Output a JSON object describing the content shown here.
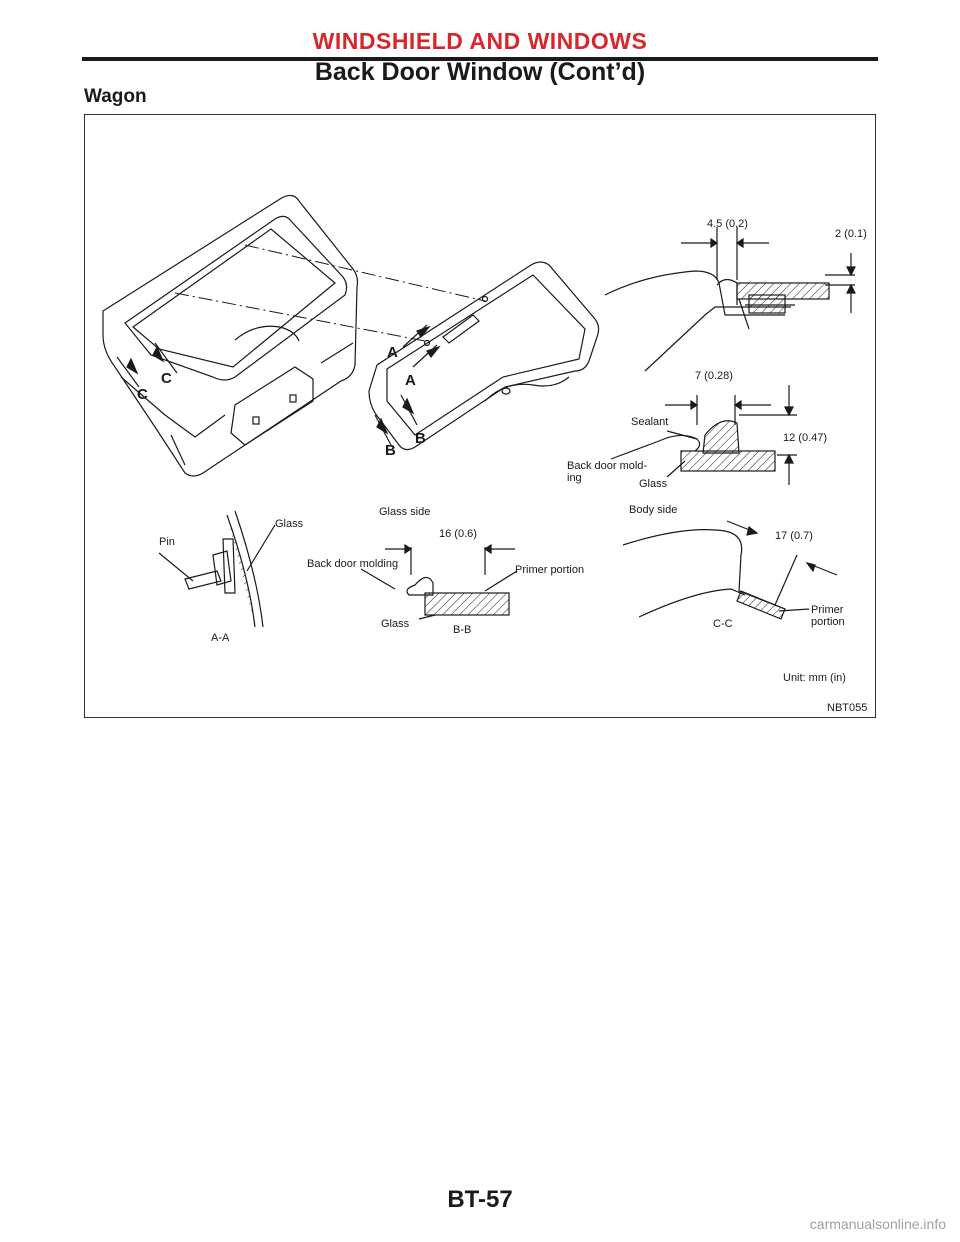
{
  "header": {
    "section_title": "WINDSHIELD AND WINDOWS",
    "page_title": "Back Door Window (Cont’d)"
  },
  "subtitle": "Wagon",
  "figure": {
    "id_code": "NBT055",
    "unit_note": "Unit: mm (in)",
    "view_markers": {
      "a": "A",
      "b": "B",
      "c": "C"
    },
    "top_right": {
      "dim_4_5": "4.5 (0.2)",
      "dim_2": "2 (0.1)"
    },
    "middle_right": {
      "dim_7": "7 (0.28)",
      "dim_12": "12 (0.47)",
      "sealant": "Sealant",
      "molding_line1": "Back door mold-",
      "molding_line2": "ing",
      "glass": "Glass"
    },
    "section_aa": {
      "pin": "Pin",
      "glass": "Glass",
      "caption": "A-A"
    },
    "section_bb": {
      "glass_side": "Glass side",
      "dim_16": "16 (0.6)",
      "molding": "Back door molding",
      "primer": "Primer portion",
      "glass": "Glass",
      "caption": "B-B"
    },
    "section_cc": {
      "body_side": "Body side",
      "dim_17": "17 (0.7)",
      "primer_line1": "Primer",
      "primer_line2": "portion",
      "caption": "C-C"
    }
  },
  "footer": {
    "page_number": "BT-57",
    "watermark": "carmanualsonline.info"
  }
}
